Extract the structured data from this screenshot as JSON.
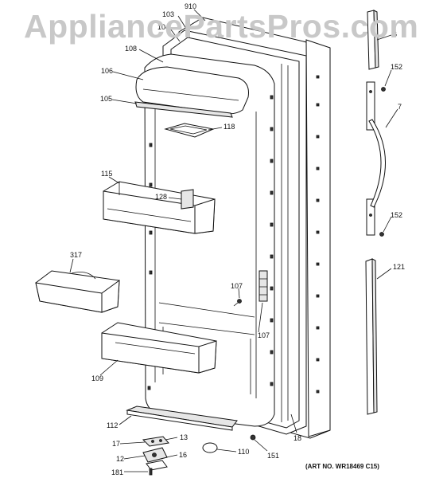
{
  "watermark": "AppliancePartsPros.com",
  "art_number": "(ART NO. WR18469 C15)",
  "part_labels": {
    "p910": "910",
    "p103": "103",
    "p104": "104",
    "p108": "108",
    "p106": "106",
    "p105": "105",
    "p118": "118",
    "p115": "115",
    "p128": "128",
    "p317": "317",
    "p107a": "107",
    "p107b": "107",
    "p109": "109",
    "p112": "112",
    "p17": "17",
    "p13": "13",
    "p12": "12",
    "p16": "16",
    "p181": "181",
    "p110": "110",
    "p151": "151",
    "p18": "18",
    "p6": "6",
    "p152a": "152",
    "p7": "7",
    "p152b": "152",
    "p121": "121"
  }
}
